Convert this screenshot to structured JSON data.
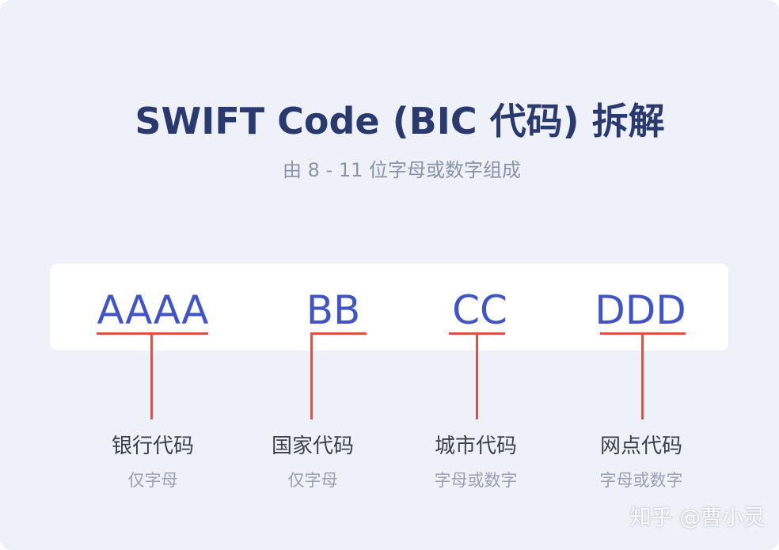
{
  "title": "SWIFT Code (BIC 代码) 拆解",
  "subtitle": "由 8 - 11 位字母或数字组成",
  "segments": [
    {
      "code": "AAAA",
      "label": "银行代码",
      "sublabel": "仅字母"
    },
    {
      "code": "BB",
      "label": "国家代码",
      "sublabel": "仅字母"
    },
    {
      "code": "CC",
      "label": "城市代码",
      "sublabel": "字母或数字"
    },
    {
      "code": "DDD",
      "label": "网点代码",
      "sublabel": "字母或数字"
    }
  ],
  "watermark": "知乎 @曹小灵",
  "colors": {
    "code_text": "#4154c4",
    "connector": "#d9534a",
    "title": "#2b3a6e",
    "background": "#eef2f8"
  }
}
